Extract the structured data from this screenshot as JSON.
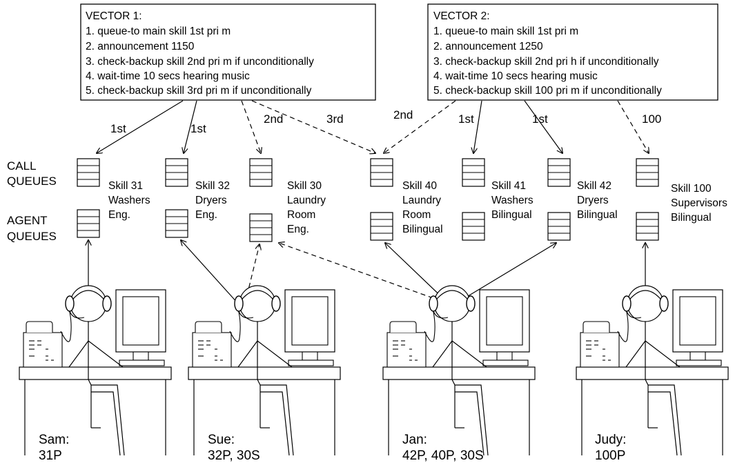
{
  "vectors": [
    {
      "title": "VECTOR 1:",
      "steps": [
        "1. queue-to main skill 1st pri m",
        "2. announcement 1150",
        "3. check-backup skill 2nd pri m if unconditionally",
        "4. wait-time 10 secs hearing music",
        "5. check-backup skill 3rd pri m if unconditionally"
      ]
    },
    {
      "title": "VECTOR 2:",
      "steps": [
        "1. queue-to main skill 1st pri m",
        "2. announcement 1250",
        "3. check-backup skill 2nd pri h if unconditionally",
        "4. wait-time 10 secs hearing music",
        "5. check-backup skill 100 pri m if unconditionally"
      ]
    }
  ],
  "row_labels": {
    "call_queues": [
      "CALL",
      "QUEUES"
    ],
    "agent_queues": [
      "AGENT",
      "QUEUES"
    ]
  },
  "arrow_labels": {
    "v1_first_a": "1st",
    "v1_first_b": "1st",
    "v1_second": "2nd",
    "v1_third": "3rd",
    "v2_second": "2nd",
    "v2_first_a": "1st",
    "v2_first_b": "1st",
    "v2_hundred": "100"
  },
  "skills": [
    {
      "lines": [
        "Skill 31",
        "Washers",
        "Eng."
      ]
    },
    {
      "lines": [
        "Skill 32",
        "Dryers",
        "Eng."
      ]
    },
    {
      "lines": [
        "Skill 30",
        "Laundry",
        "Room",
        "Eng."
      ]
    },
    {
      "lines": [
        "Skill 40",
        "Laundry",
        "Room",
        "Bilingual"
      ]
    },
    {
      "lines": [
        "Skill 41",
        "Washers",
        "Bilingual"
      ]
    },
    {
      "lines": [
        "Skill 42",
        "Dryers",
        "Bilingual"
      ]
    },
    {
      "lines": [
        "Skill 100",
        "Supervisors",
        "Bilingual"
      ]
    }
  ],
  "agents": [
    {
      "name": "Sam:",
      "skills": "31P"
    },
    {
      "name": "Sue:",
      "skills": "32P, 30S"
    },
    {
      "name": "Jan:",
      "skills": "42P, 40P, 30S"
    },
    {
      "name": "Judy:",
      "skills": "100P"
    }
  ]
}
